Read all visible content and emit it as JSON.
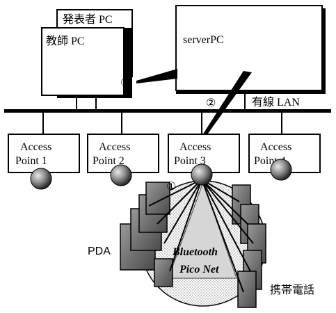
{
  "pcs": {
    "presenter": "発表者 PC",
    "teacher": "教師 PC",
    "server": "serverPC"
  },
  "network": {
    "lan_label": "有線 LAN"
  },
  "access_points": [
    {
      "line1": "Access",
      "line2": "Point 1"
    },
    {
      "line1": "Access",
      "line2": "Point 2"
    },
    {
      "line1": "Access",
      "line2": "Point 3"
    },
    {
      "line1": "Access",
      "line2": "Point 4"
    }
  ],
  "markers": {
    "m1": "①",
    "m2": "②",
    "m3": "③"
  },
  "devices": {
    "pda": "PDA",
    "phone": "携帯電話",
    "bluetooth_line1": "Bluetooth",
    "bluetooth_line2": "Pico Net"
  }
}
